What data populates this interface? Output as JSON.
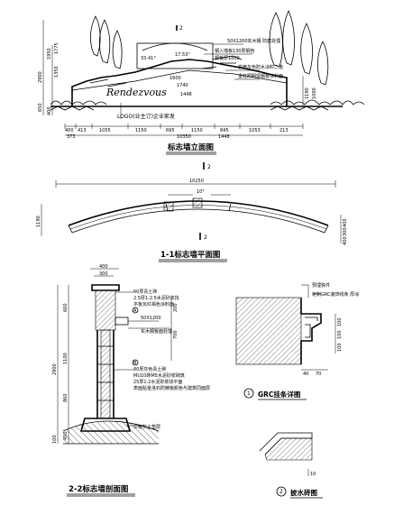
{
  "elevation": {
    "title": "标志墙立面图",
    "notes": [
      "50X1200实木搁 防腐处理",
      "钢入墙板130厚钢色",
      "钢板厚1800",
      "铁壳灰色防水涂料二道",
      "金虹照明现钢板涂料面"
    ],
    "angles": [
      "33.41°",
      "17.53°"
    ],
    "logo_note": "LOGO(业主订)企业家发",
    "heights_left": [
      "2900",
      "1950",
      "1775",
      "1350",
      "650",
      "400"
    ],
    "bottom_dims": [
      "400",
      "413",
      "1055",
      "1150",
      "695",
      "1150",
      "845",
      "1053",
      "213"
    ],
    "sub_dims": [
      "373",
      "1448"
    ],
    "overall": "10350",
    "right_dims": [
      "1190",
      "1000"
    ],
    "mid_labels": [
      "1600",
      "1740",
      "1448"
    ],
    "section_marks": [
      "2",
      "2"
    ]
  },
  "plan": {
    "title": "1-1标志墙平面图",
    "overall": "10250",
    "angle": "10°",
    "depth": "1190",
    "right_dims": [
      "400",
      "300",
      "400"
    ],
    "section_mark": "2"
  },
  "section": {
    "title": "2-2标志墙剖面图",
    "top_dims": [
      "400",
      "300"
    ],
    "notes": [
      "60厚青土砖",
      "2.5厚1:2.5水泥砂浆找",
      "平板瓦红褐色涂料面",
      "50X1200",
      "实木搁板面处理",
      "80厚灰色青土砖",
      "MU10砖M5水泥砂浆砌筑",
      "25厚1:2水泥砂浆找平面",
      "表面贴金洛石防精板颜色与建筑同面层",
      "三级灰土垫层"
    ],
    "dims_left": [
      "2900",
      "600",
      "1100",
      "860",
      "450",
      "100"
    ],
    "dims_right": [
      "200",
      "700"
    ],
    "marks": [
      "A",
      "B"
    ]
  },
  "detail1": {
    "title": "GRC挂条详图",
    "num": "1",
    "notes": [
      "预埋铁件",
      "定制GRC装饰线条 厚涂"
    ],
    "dims_right": [
      "100",
      "100",
      "100"
    ],
    "dims_bottom": [
      "40",
      "70"
    ]
  },
  "detail2": {
    "title": "披水砖图",
    "num": "2",
    "dim": "10"
  }
}
